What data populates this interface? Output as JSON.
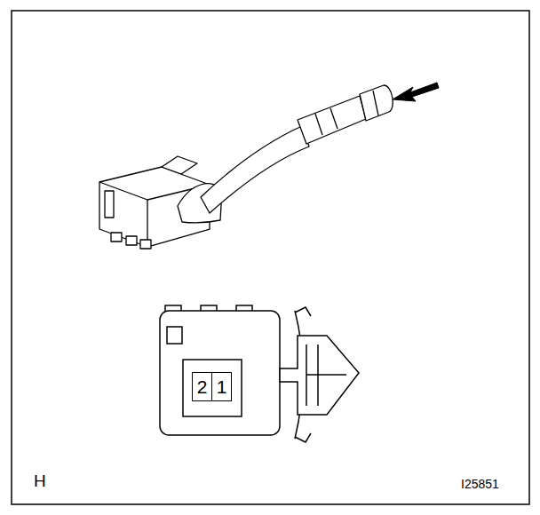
{
  "diagram": {
    "nodes": [
      {
        "text": [
          "2"
        ]
      },
      {
        "text": [
          "1"
        ]
      }
    ],
    "labels": [
      "H",
      "I25851"
    ]
  }
}
